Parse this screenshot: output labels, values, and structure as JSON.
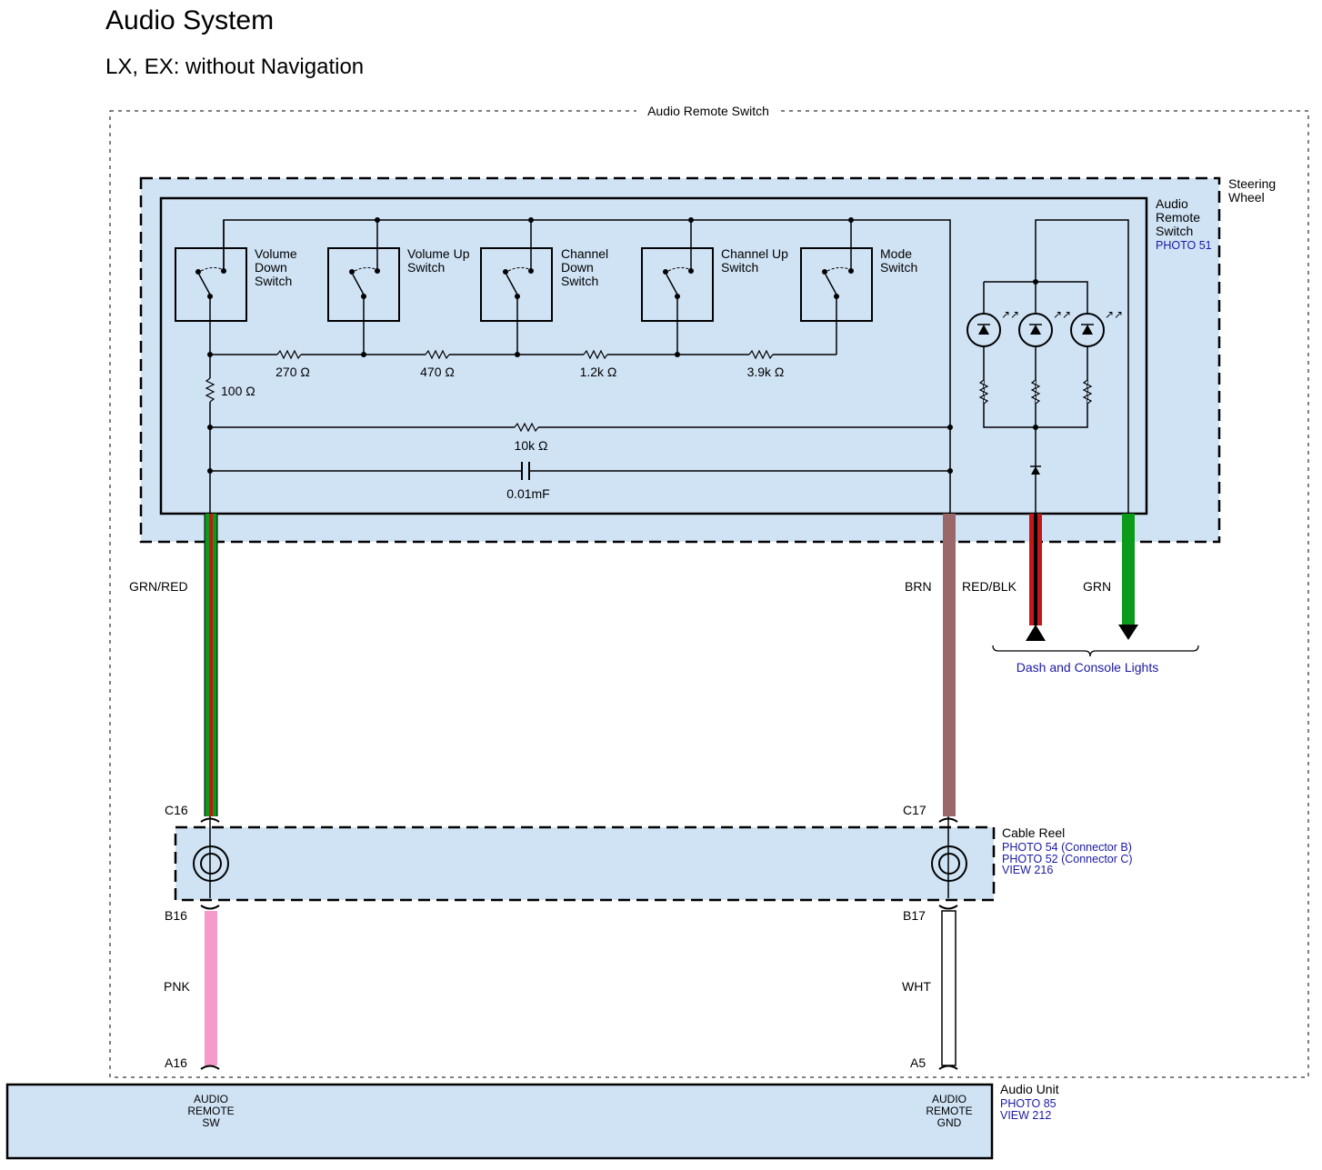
{
  "title": "Audio System",
  "subtitle": "LX, EX: without Navigation",
  "outer_box_label": "Audio Remote Switch",
  "steering": {
    "label_1": "Steering",
    "label_2": "Wheel"
  },
  "module": {
    "label_1": "Audio",
    "label_2": "Remote",
    "label_3": "Switch",
    "photo": "PHOTO 51"
  },
  "switches": [
    {
      "line1": "Volume",
      "line2": "Down",
      "line3": "Switch"
    },
    {
      "line1": "Volume Up",
      "line2": "Switch",
      "line3": ""
    },
    {
      "line1": "Channel",
      "line2": "Down",
      "line3": "Switch"
    },
    {
      "line1": "Channel Up",
      "line2": "Switch",
      "line3": ""
    },
    {
      "line1": "Mode",
      "line2": "Switch",
      "line3": ""
    }
  ],
  "resistors": {
    "r1": "270 Ω",
    "r2": "470 Ω",
    "r3": "1.2k Ω",
    "r4": "3.9k Ω",
    "r5": "100 Ω",
    "r6": "10k Ω"
  },
  "capacitor": "0.01mF",
  "wires": {
    "grn_red": "GRN/RED",
    "brn": "BRN",
    "red_blk": "RED/BLK",
    "grn": "GRN",
    "pnk": "PNK",
    "wht": "WHT"
  },
  "colors": {
    "green": "#0c9a1a",
    "red": "#c41818",
    "brown": "#9a6868",
    "pink": "#f59acb",
    "panel": "#d0e3f5",
    "link": "#1a1aa6"
  },
  "dash_lights": "Dash and Console Lights",
  "pins": {
    "c16": "C16",
    "c17": "C17",
    "b16": "B16",
    "b17": "B17",
    "a16": "A16",
    "a5": "A5"
  },
  "cable_reel": {
    "label": "Cable Reel",
    "photo1": "PHOTO 54 (Connector B)",
    "photo2": "PHOTO 52 (Connector C)",
    "view": "VIEW 216"
  },
  "audio_unit": {
    "label": "Audio Unit",
    "photo": "PHOTO 85",
    "view": "VIEW 212",
    "pin1_l1": "AUDIO",
    "pin1_l2": "REMOTE",
    "pin1_l3": "SW",
    "pin2_l1": "AUDIO",
    "pin2_l2": "REMOTE",
    "pin2_l3": "GND"
  }
}
